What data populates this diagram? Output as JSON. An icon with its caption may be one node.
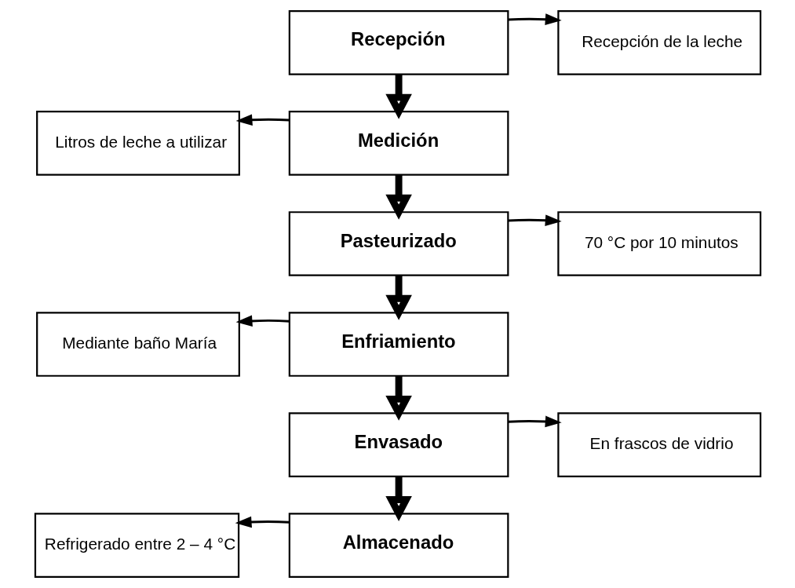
{
  "diagram": {
    "nodes": [
      {
        "text": [
          "Recepción"
        ]
      },
      {
        "text": [
          "Recepción de la leche"
        ]
      },
      {
        "text": [
          "Medición"
        ]
      },
      {
        "text": [
          "Litros de leche a utilizar"
        ]
      },
      {
        "text": [
          "Pasteurizado"
        ]
      },
      {
        "text": [
          "70 °C por 10 minutos"
        ]
      },
      {
        "text": [
          "Enfriamiento"
        ]
      },
      {
        "text": [
          "Mediante baño María"
        ]
      },
      {
        "text": [
          "Envasado"
        ]
      },
      {
        "text": [
          "En frascos de vidrio"
        ]
      },
      {
        "text": [
          "Almacenado"
        ]
      },
      {
        "text": [
          "Refrigerado entre 2 – 4 °C"
        ]
      }
    ],
    "edges": [
      {
        "from": 0,
        "to": 1,
        "arrow": "to"
      },
      {
        "from": 0,
        "to": 2,
        "arrow": "to",
        "style": "thick"
      },
      {
        "from": 2,
        "to": 3,
        "arrow": "to"
      },
      {
        "from": 2,
        "to": 4,
        "arrow": "to",
        "style": "thick"
      },
      {
        "from": 4,
        "to": 5,
        "arrow": "to"
      },
      {
        "from": 4,
        "to": 6,
        "arrow": "to",
        "style": "thick"
      },
      {
        "from": 6,
        "to": 7,
        "arrow": "to"
      },
      {
        "from": 6,
        "to": 8,
        "arrow": "to",
        "style": "thick"
      },
      {
        "from": 8,
        "to": 9,
        "arrow": "to"
      },
      {
        "from": 8,
        "to": 10,
        "arrow": "to",
        "style": "thick"
      },
      {
        "from": 10,
        "to": 11,
        "arrow": "to"
      }
    ]
  }
}
